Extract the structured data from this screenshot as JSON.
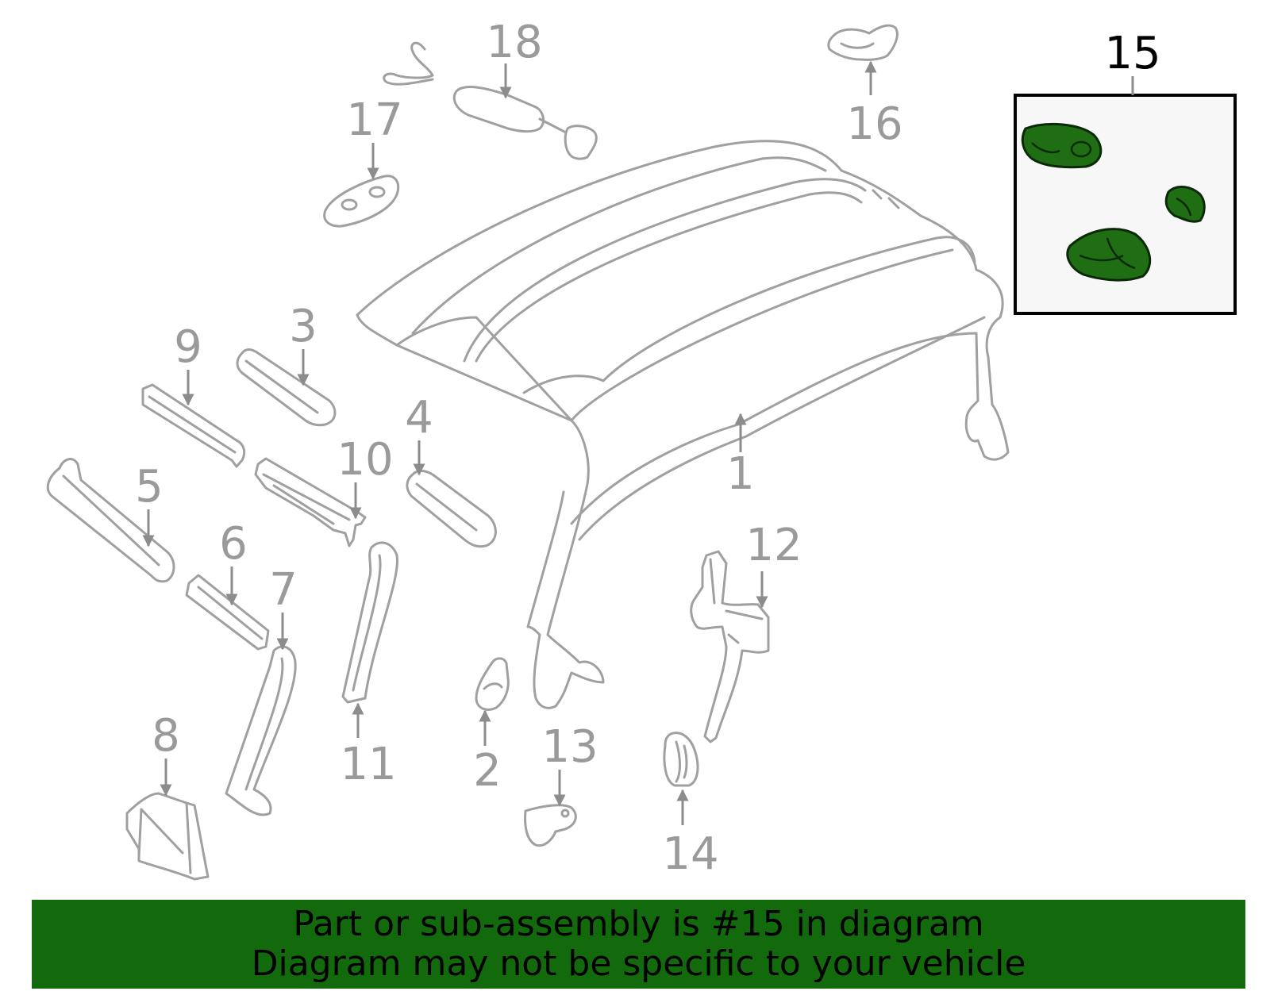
{
  "diagram": {
    "highlighted_part": "15",
    "callouts": [
      "1",
      "2",
      "3",
      "4",
      "5",
      "6",
      "7",
      "8",
      "9",
      "10",
      "11",
      "12",
      "13",
      "14",
      "15",
      "16",
      "17",
      "18"
    ]
  },
  "banner": {
    "line1": "Part or sub-assembly is #15 in diagram",
    "line2": "Diagram may not be specific to your vehicle"
  },
  "colors": {
    "highlight": "#1f6e14",
    "banner": "#136a0c",
    "part_stroke": "#a0a0a0"
  }
}
